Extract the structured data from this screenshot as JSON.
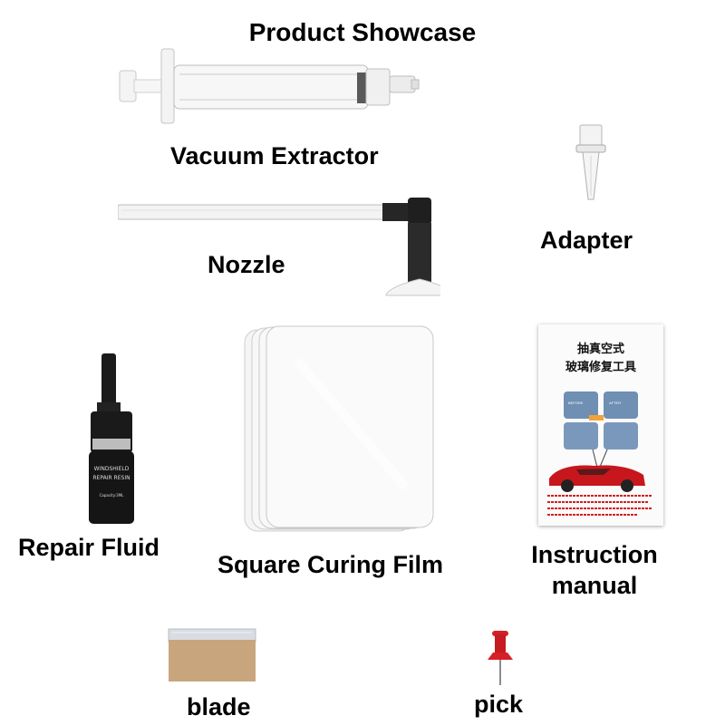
{
  "title": "Product Showcase",
  "labels": {
    "vacuum_extractor": "Vacuum Extractor",
    "nozzle": "Nozzle",
    "adapter": "Adapter",
    "repair_fluid": "Repair Fluid",
    "square_curing_film": "Square Curing Film",
    "instruction_manual_line1": "Instruction",
    "instruction_manual_line2": "manual",
    "blade": "blade",
    "pick": "pick"
  },
  "bottle_label": {
    "line1": "WINDSHIELD",
    "line2": "REPAIR RESIN",
    "line3": "Capacity:3ML"
  },
  "manual": {
    "title_line1": "抽真空式",
    "title_line2": "玻璃修复工具",
    "before": "BEFORE",
    "after": "AFTER"
  },
  "colors": {
    "text": "#000000",
    "background": "#ffffff",
    "manual_red": "#d21f1f",
    "car_red": "#c8161d",
    "pick_red": "#d62026",
    "blade_tan": "#c9a57e"
  }
}
